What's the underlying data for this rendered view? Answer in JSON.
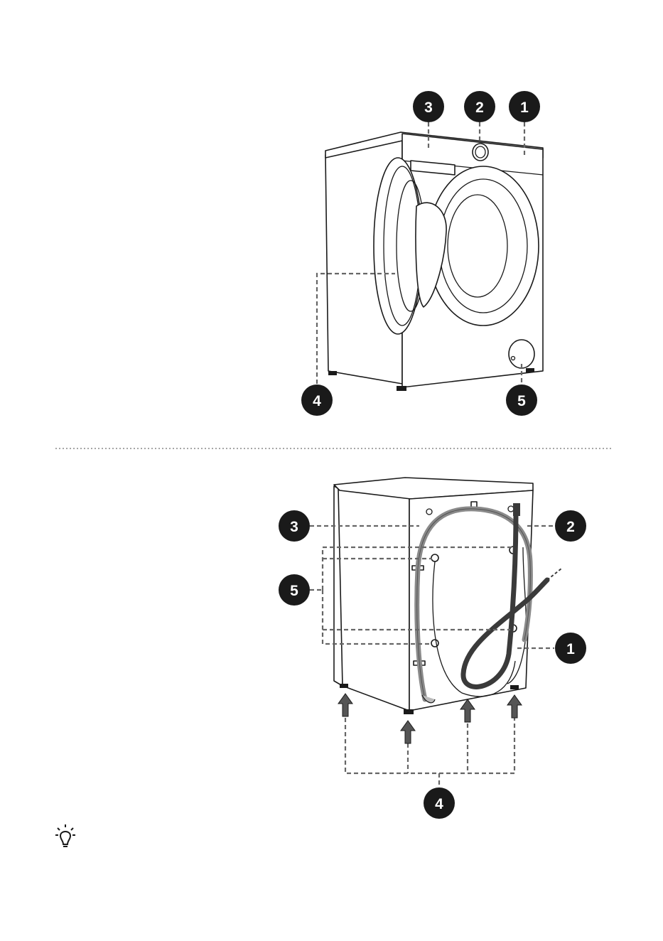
{
  "front_view": {
    "callouts": [
      {
        "id": "front-1",
        "label": "1"
      },
      {
        "id": "front-2",
        "label": "2"
      },
      {
        "id": "front-3",
        "label": "3"
      },
      {
        "id": "front-4",
        "label": "4"
      },
      {
        "id": "front-5",
        "label": "5"
      }
    ]
  },
  "back_view": {
    "callouts": [
      {
        "id": "back-1",
        "label": "1"
      },
      {
        "id": "back-2",
        "label": "2"
      },
      {
        "id": "back-3",
        "label": "3"
      },
      {
        "id": "back-4",
        "label": "4"
      },
      {
        "id": "back-5",
        "label": "5"
      }
    ]
  },
  "tip_icon": "lightbulb-icon",
  "colors": {
    "badge_fill": "#1a1a1a",
    "badge_text": "#ffffff",
    "leader_line": "#666666",
    "hose_grey": "#8a8a8a",
    "hose_dark": "#3a3a3a",
    "arrow_fill": "#555555",
    "divider": "#888888"
  }
}
